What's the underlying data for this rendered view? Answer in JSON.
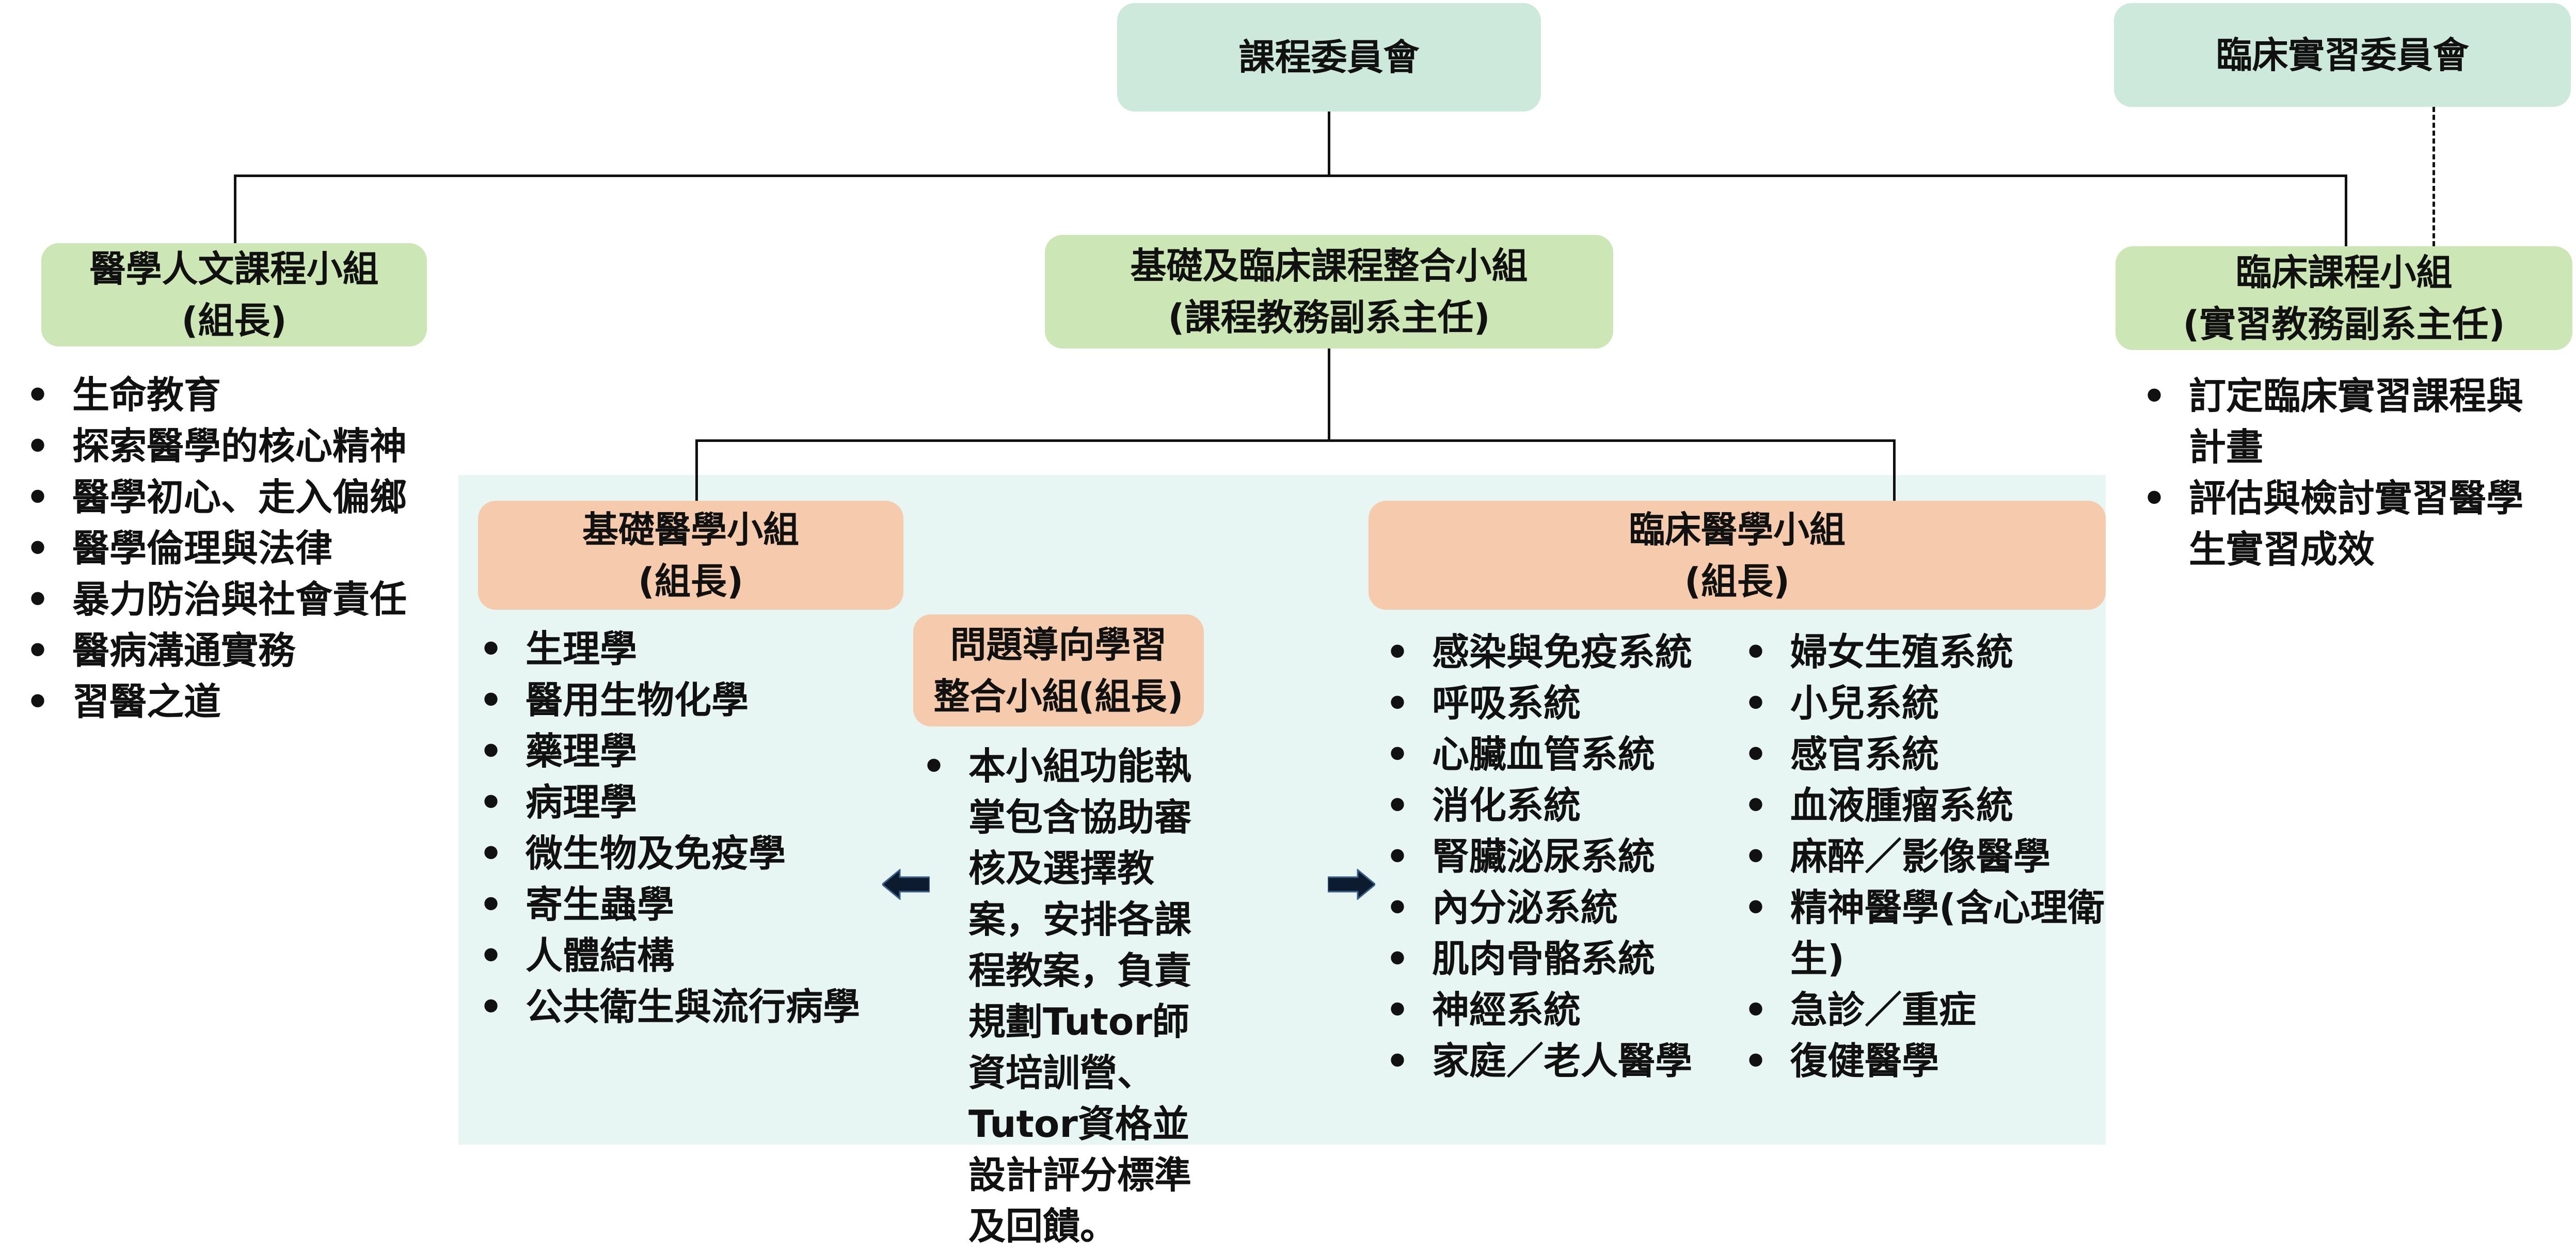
{
  "top": {
    "curriculum_committee": "課程委員會",
    "clinical_practice_committee": "臨床實習委員會"
  },
  "groups": {
    "humanities": {
      "title": "醫學人文課程小組",
      "subtitle": "(組長)"
    },
    "integration": {
      "title": "基礎及臨床課程整合小組",
      "subtitle": "(課程教務副系主任)"
    },
    "clinical_course": {
      "title": "臨床課程小組",
      "subtitle": "(實習教務副系主任)"
    },
    "basic_medicine": {
      "title": "基礎醫學小組",
      "subtitle": "(組長)"
    },
    "clinical_medicine": {
      "title": "臨床醫學小組",
      "subtitle": "(組長)"
    },
    "pbl": {
      "title": "問題導向學習",
      "subtitle": "整合小組(組長)"
    }
  },
  "lists": {
    "humanities": [
      "生命教育",
      "探索醫學的核心精神",
      "醫學初心、走入偏鄉",
      "醫學倫理與法律",
      "暴力防治與社會責任",
      "醫病溝通實務",
      "習醫之道"
    ],
    "clinical_course": [
      "訂定臨床實習課程與計畫",
      "評估與檢討實習醫學生實習成效"
    ],
    "basic_medicine": [
      "生理學",
      "醫用生物化學",
      "藥理學",
      "病理學",
      "微生物及免疫學",
      "寄生蟲學",
      "人體結構",
      "公共衛生與流行病學"
    ],
    "pbl": [
      "本小組功能執掌包含協助審核及選擇教案，安排各課程教案，負責規劃Tutor師資培訓營、Tutor資格並設計評分標準及回饋。"
    ],
    "clinical_col1": [
      "感染與免疫系統",
      "呼吸系統",
      "心臟血管系統",
      "消化系統",
      "腎臟泌尿系統",
      "內分泌系統",
      "肌肉骨骼系統",
      "神經系統",
      "家庭／老人醫學"
    ],
    "clinical_col2": [
      "婦女生殖系統",
      "小兒系統",
      "感官系統",
      "血液腫瘤系統",
      "麻醉／影像醫學",
      "精神醫學(含心理衛生)",
      "急診／重症",
      "復健醫學"
    ]
  },
  "colors": {
    "teal": "#cde9dc",
    "green": "#cde6b5",
    "peach": "#f6cbad",
    "panel": "#e8f6f3",
    "arrow": "#0d1b2e"
  }
}
